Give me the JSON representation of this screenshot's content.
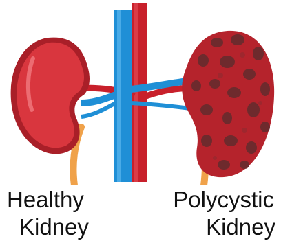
{
  "labels": {
    "healthy": {
      "line1": "Healthy",
      "line2": "Kidney"
    },
    "polycystic": {
      "line1": "Polycystic",
      "line2": "Kidney"
    }
  },
  "colors": {
    "healthy_kidney": "#d9363e",
    "healthy_kidney_dark": "#a91f28",
    "polycystic_kidney": "#b5232c",
    "cyst": "#6e2a2d",
    "vein": "#1f8fd6",
    "artery": "#c8202b",
    "ureter": "#f0a24a"
  }
}
